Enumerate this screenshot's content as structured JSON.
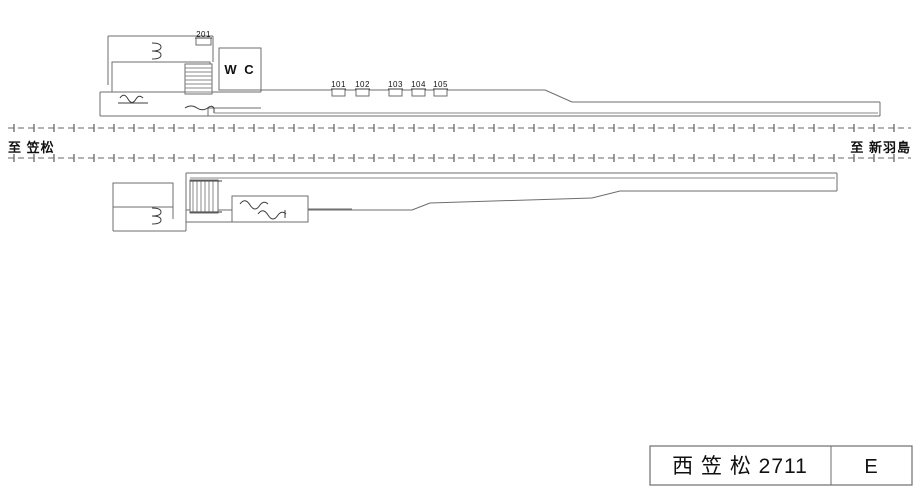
{
  "drawing": {
    "kind": "railway-station-platform-plan",
    "destination_left": "至 笠松",
    "destination_right": "至 新羽島",
    "wc_label": "W C",
    "stair_marker_upper": "201",
    "platform_markers_upper": [
      "101",
      "102",
      "103",
      "104",
      "105"
    ],
    "title_block": {
      "station_name": "西 笠 松 2711",
      "sheet": "E"
    }
  },
  "colors": {
    "line": "#6e6e6e",
    "line_dark": "#3c3c3c",
    "text": "#111111",
    "background": "#ffffff"
  }
}
